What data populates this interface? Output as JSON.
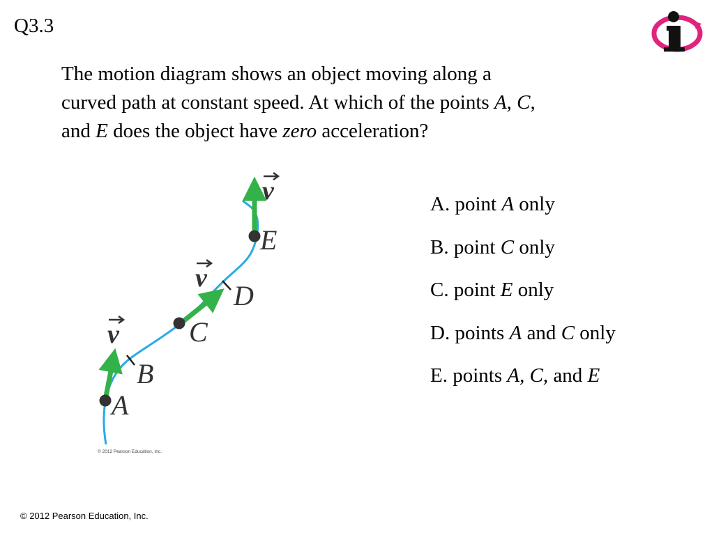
{
  "slide": {
    "number": "Q3.3"
  },
  "question": {
    "lines": [
      [
        {
          "t": "The motion diagram shows an object moving along a",
          "i": false
        }
      ],
      [
        {
          "t": "curved path at constant speed. At which of the points ",
          "i": false
        },
        {
          "t": "A, C,",
          "i": true
        }
      ],
      [
        {
          "t": "and ",
          "i": false
        },
        {
          "t": "E",
          "i": true
        },
        {
          "t": " does the object have ",
          "i": false
        },
        {
          "t": "zero",
          "i": true
        },
        {
          "t": " acceleration?",
          "i": false
        }
      ]
    ]
  },
  "diagram": {
    "points": [
      "A",
      "B",
      "C",
      "D",
      "E"
    ],
    "velocity_symbol": "v",
    "credit": "© 2012 Pearson Education, Inc.",
    "colors": {
      "path": "#29abe2",
      "arrow": "#33b24a",
      "dot": "#333333"
    }
  },
  "choices": [
    [
      {
        "t": "A. point ",
        "i": false
      },
      {
        "t": "A",
        "i": true
      },
      {
        "t": " only",
        "i": false
      }
    ],
    [
      {
        "t": "B. point ",
        "i": false
      },
      {
        "t": "C",
        "i": true
      },
      {
        "t": " only",
        "i": false
      }
    ],
    [
      {
        "t": "C. point ",
        "i": false
      },
      {
        "t": "E",
        "i": true
      },
      {
        "t": " only",
        "i": false
      }
    ],
    [
      {
        "t": "D. points ",
        "i": false
      },
      {
        "t": "A",
        "i": true
      },
      {
        "t": " and ",
        "i": false
      },
      {
        "t": "C",
        "i": true
      },
      {
        "t": " only",
        "i": false
      }
    ],
    [
      {
        "t": "E. points ",
        "i": false
      },
      {
        "t": "A, C,",
        "i": true
      },
      {
        "t": " and ",
        "i": false
      },
      {
        "t": "E",
        "i": true
      }
    ]
  ],
  "footer": {
    "copyright": "© 2012 Pearson Education, Inc."
  },
  "logo": {
    "icon": "clicker-info-icon",
    "colors": {
      "ring": "#e0237f",
      "figure": "#111111"
    }
  }
}
